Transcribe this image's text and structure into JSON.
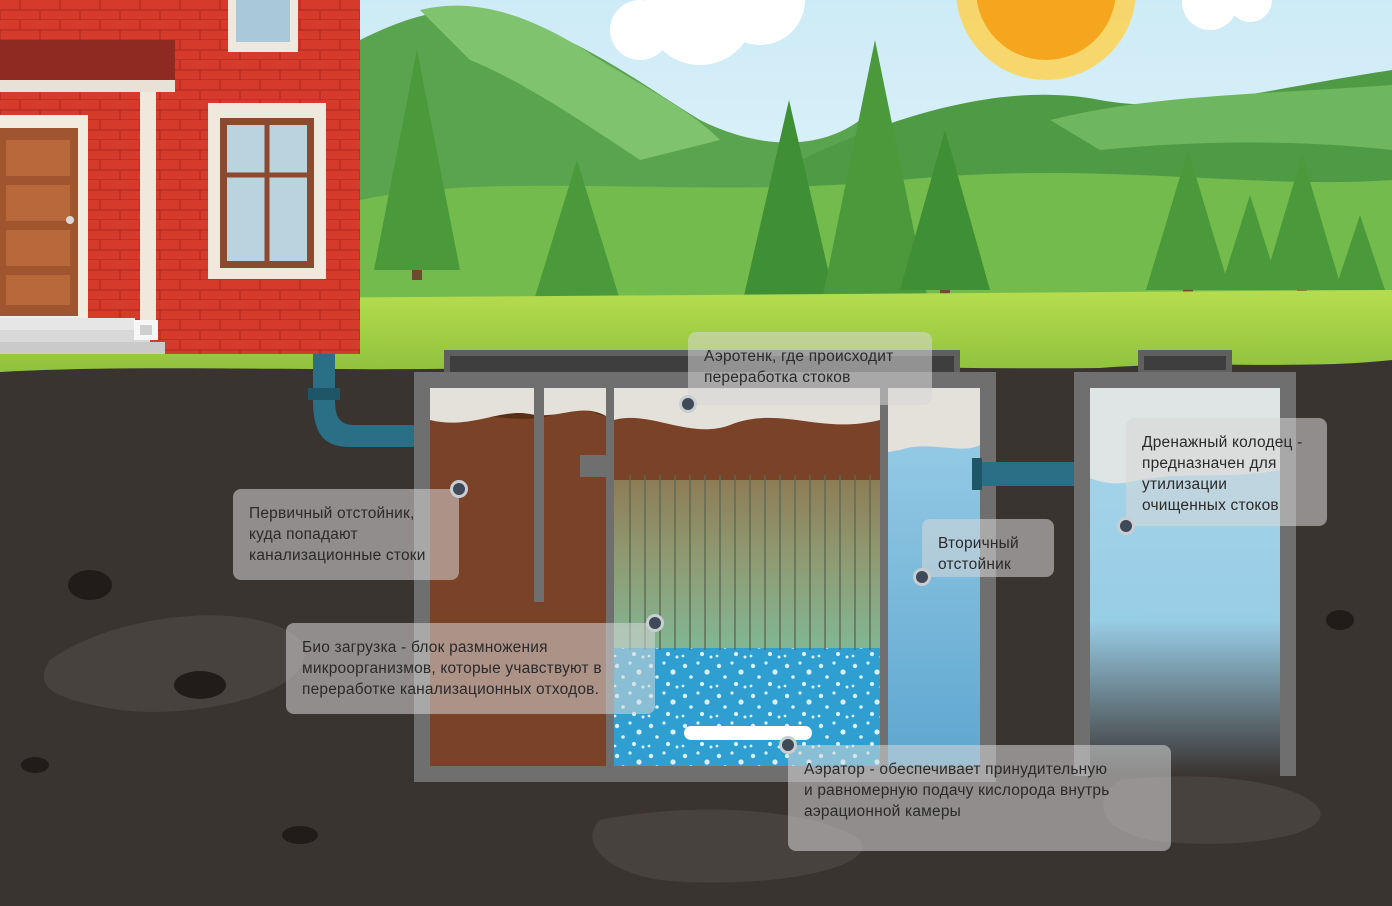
{
  "callouts": {
    "aerotank": {
      "lines": [
        "Аэротенк, где происходит",
        "переработка стоков"
      ]
    },
    "primary_settler": {
      "lines": [
        "Первичный отстойник,",
        "куда попадают",
        "канализационные стоки"
      ]
    },
    "bio_load": {
      "lines": [
        "Био загрузка - блок размножения",
        "микроорганизмов, которые учавствуют в",
        "переработке канализационных отходов."
      ]
    },
    "secondary_settler": {
      "lines": [
        "Вторичный",
        "отстойник"
      ]
    },
    "drainage_well": {
      "lines": [
        "Дренажный колодец -",
        "предназначен для",
        "утилизации",
        "очищенных стоков"
      ]
    },
    "aerator": {
      "lines": [
        "Аэратор - обеспечивает принудительную",
        "и равномерную подачу кислорода внутрь",
        "аэрационной камеры"
      ]
    }
  },
  "colors": {
    "sky": "#bfe4f2",
    "hills": "#5aa44f",
    "grass": "#a8d44a",
    "soil": "#3a3431",
    "brick": "#d83a2c",
    "tank_wall": "#6f6f70",
    "sludge": "#7a4226",
    "clean_water": "#8cc8e4",
    "pipe": "#2a6f86",
    "sun": "#f5a51e",
    "marker": "#3e4a58"
  },
  "icons": {
    "marker": "circle-marker",
    "sun": "sun-icon",
    "house": "house-icon",
    "tree": "fir-tree-icon"
  }
}
